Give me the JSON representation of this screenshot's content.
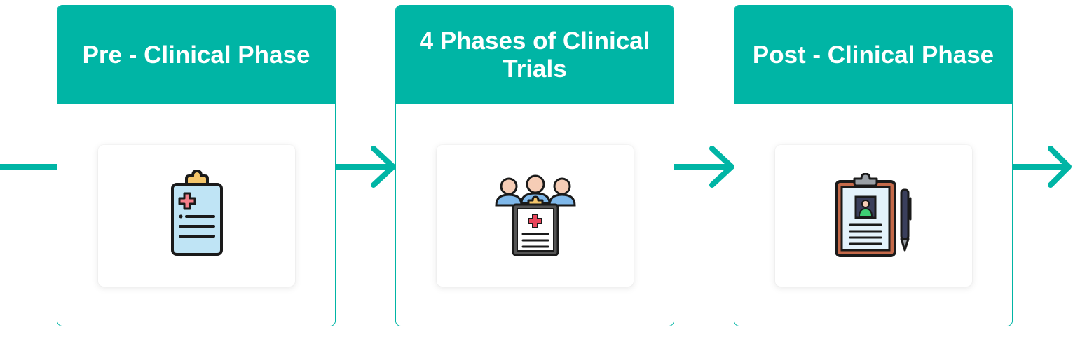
{
  "colors": {
    "accent": "#00b5a5",
    "card_background": "#ffffff"
  },
  "phases": [
    {
      "title": "Pre - Clinical Phase",
      "icon": "medical-clipboard-icon"
    },
    {
      "title": "4 Phases of Clinical Trials",
      "icon": "patients-clipboard-icon"
    },
    {
      "title": "Post - Clinical Phase",
      "icon": "patient-record-pen-icon"
    }
  ]
}
